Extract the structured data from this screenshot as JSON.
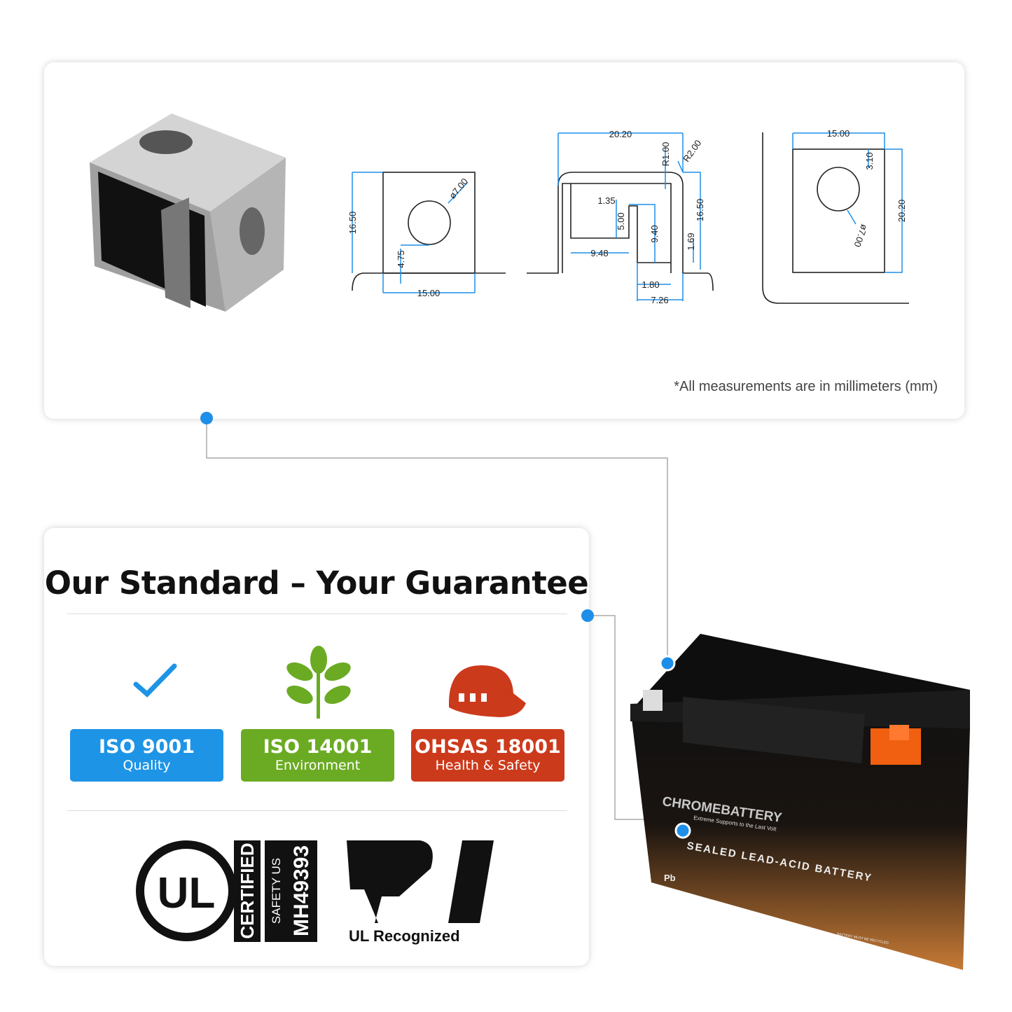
{
  "measurement_note": "*All measurements are in millimeters (mm)",
  "drawing_front": {
    "height": "16.50",
    "width": "15.00",
    "hole": "ø7.00",
    "hole_offset": "4.75"
  },
  "drawing_side": {
    "width": "20.20",
    "r1": "R1.00",
    "r2": "R2.00",
    "d135": "1.35",
    "d500": "5.00",
    "d948": "9.48",
    "d940": "9.40",
    "d169": "1.69",
    "d1650": "16.50",
    "d180": "1.80",
    "d726": "7.26"
  },
  "drawing_top": {
    "width": "15.00",
    "offset": "3.10",
    "height": "20.20",
    "hole": "ø7.00"
  },
  "guarantee": {
    "title": "Our Standard – Your Guarantee",
    "badges": [
      {
        "label": "ISO 9001",
        "sub": "Quality",
        "color": "#1e94e6"
      },
      {
        "label": "ISO 14001",
        "sub": "Environment",
        "color": "#6bab23"
      },
      {
        "label": "OHSAS 18001",
        "sub": "Health & Safety",
        "color": "#cc3a1c"
      }
    ],
    "ul_certified": {
      "logo": "UL",
      "certified": "CERTIFIED",
      "safety": "SAFETY US",
      "number": "MH49393"
    },
    "ul_recognized": "UL Recognized"
  },
  "battery": {
    "brand": "CHROMEBATTERY",
    "tagline": "Extreme Supports to the Last Volt",
    "label": "SEALED LEAD-ACID BATTERY",
    "pb": "Pb",
    "recycle": "BATTERY MUST BE RECYCLED"
  },
  "colors": {
    "accent": "#1e8fe8"
  }
}
